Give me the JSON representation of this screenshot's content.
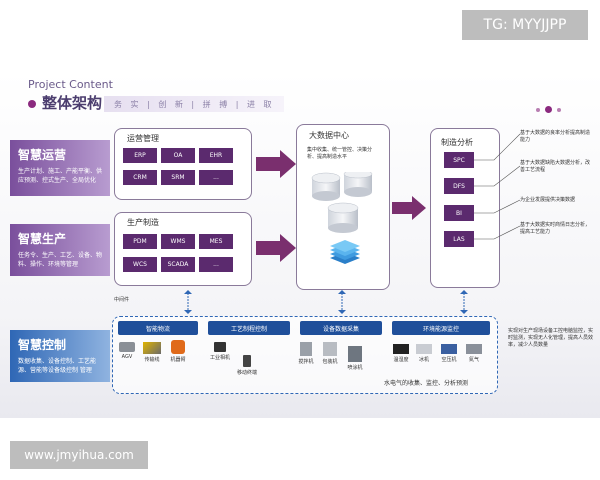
{
  "watermark_top": "TG: MYYJJPP",
  "watermark_bottom": "www.jmyihua.com",
  "header": {
    "project_label": "Project Content",
    "title": "整体架构",
    "band_text": "务 实 | 创 新 | 拼 搏 | 进 取"
  },
  "left": [
    {
      "title": "智慧运营",
      "desc": "生产计划、施工、产能平衡、供应预测、控式生产、全局优化"
    },
    {
      "title": "智慧生产",
      "desc": "任务令、生产、工艺、设备、物料、操作、环境等管理"
    },
    {
      "title": "智慧控制",
      "desc": "数据收集、设备控制、工艺能源、营能等设备级控制 管理"
    }
  ],
  "ops": {
    "title": "运营管理",
    "modules": [
      "ERP",
      "OA",
      "EHR",
      "CRM",
      "SRM",
      "..."
    ]
  },
  "prod": {
    "title": "生产制造",
    "modules": [
      "PDM",
      "WMS",
      "MES",
      "WCS",
      "SCADA",
      "..."
    ]
  },
  "middleware": "中间件",
  "bigdata": {
    "title": "大数据中心",
    "desc": "集中收集、统一管控、决策分析、提高制造水平"
  },
  "analysis": {
    "title": "制造分析",
    "items": [
      "SPC",
      "DFS",
      "BI",
      "LAS"
    ]
  },
  "notes": [
    "基于大数据的良率分析提高制造能力",
    "基于大数据缺陷大数据分析，改善工艺流程",
    "为企业发展提供决策数据",
    "基于大数据实时商情日志分析，提高工艺能力"
  ],
  "control": {
    "groups": [
      "智能物流",
      "工艺制程控制",
      "设备数据采集",
      "环境能源监控"
    ],
    "devices": [
      "AGV",
      "传输线",
      "机器臂",
      "工业相机",
      "移动终端",
      "搅拌机",
      "包装机",
      "喷涂机",
      "温湿度",
      "冰机",
      "空压机",
      "氮气"
    ],
    "footer": "水电气的收集、监控、分析预测"
  },
  "control_note": "实现对生产现场设备工控电脑监控，实时监测，实现无人化管理，提高人员效率，减少人员数量",
  "colors": {
    "purple": "#5b2a6e",
    "accent": "#8b2a7f",
    "blue": "#1f4f9a"
  }
}
